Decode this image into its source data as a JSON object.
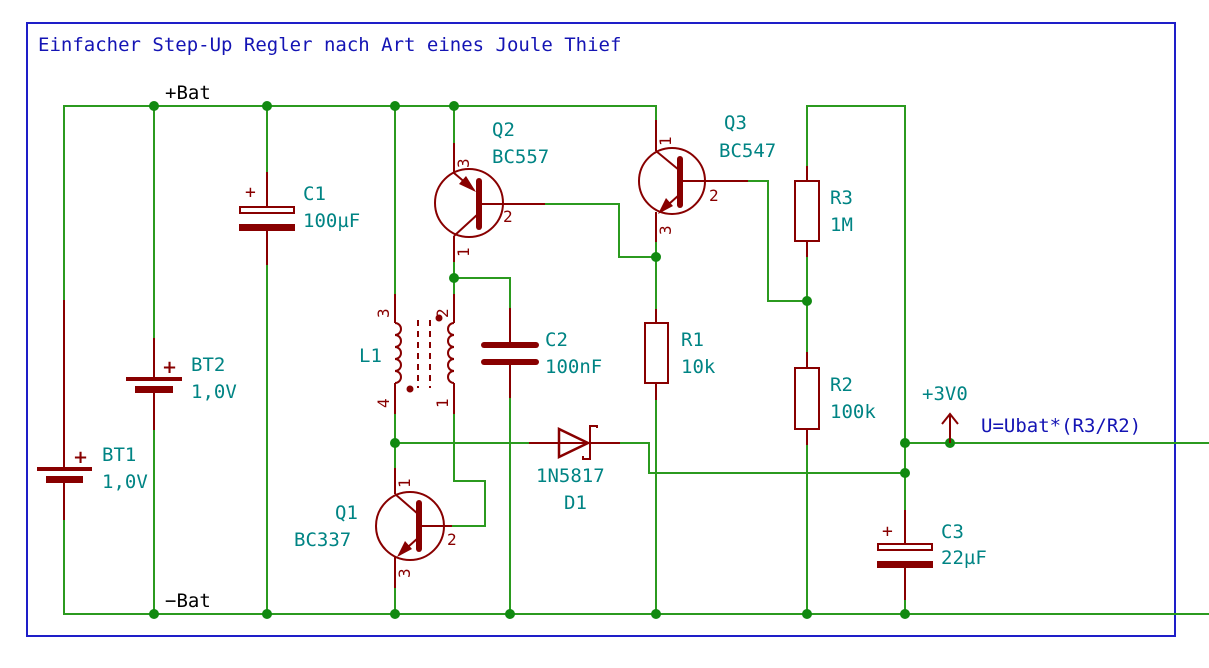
{
  "title": "Einfacher Step-Up Regler nach Art eines Joule Thief",
  "colors": {
    "wire": "#2b9a1f",
    "symbol": "#880000",
    "reference": "#008484",
    "border": "#1e1ec8",
    "note": "#1414b4",
    "junction": "#118a11"
  },
  "nets": {
    "pos_bat": "+Bat",
    "neg_bat": "−Bat",
    "power_flag": "+3V0"
  },
  "note": "U=Ubat*(R3/R2)",
  "components": {
    "BT1": {
      "ref": "BT1",
      "value": "1,0V",
      "plus": "+"
    },
    "BT2": {
      "ref": "BT2",
      "value": "1,0V",
      "plus": "+"
    },
    "C1": {
      "ref": "C1",
      "value": "100µF",
      "plus": "+"
    },
    "C2": {
      "ref": "C2",
      "value": "100nF"
    },
    "C3": {
      "ref": "C3",
      "value": "22µF",
      "plus": "+"
    },
    "Q1": {
      "ref": "Q1",
      "value": "BC337",
      "pins": [
        "1",
        "2",
        "3"
      ]
    },
    "Q2": {
      "ref": "Q2",
      "value": "BC557",
      "pins": [
        "1",
        "2",
        "3"
      ]
    },
    "Q3": {
      "ref": "Q3",
      "value": "BC547",
      "pins": [
        "1",
        "2",
        "3"
      ]
    },
    "L1": {
      "ref": "L1",
      "pins": [
        "1",
        "2",
        "3",
        "4"
      ]
    },
    "R1": {
      "ref": "R1",
      "value": "10k"
    },
    "R2": {
      "ref": "R2",
      "value": "100k"
    },
    "R3": {
      "ref": "R3",
      "value": "1M"
    },
    "D1": {
      "ref": "D1",
      "value": "1N5817"
    }
  }
}
